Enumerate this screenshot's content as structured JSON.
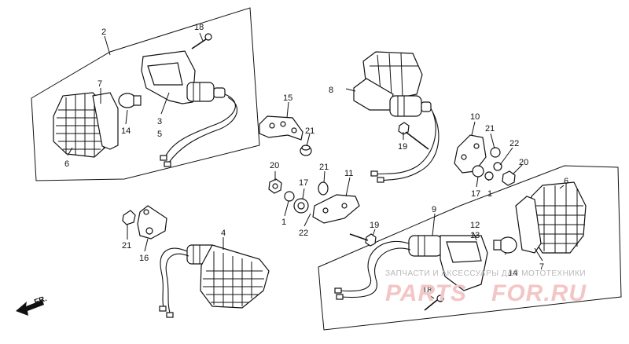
{
  "diagram": {
    "front_label": "FR.",
    "watermark": {
      "caption": "ЗАПЧАСТИ И АКСЕССУАРЫ ДЛЯ МОТОТЕХНИКИ",
      "logo_left": "PARTS",
      "logo_right": "FOR.RU"
    },
    "callouts": {
      "c2": "2",
      "c7a": "7",
      "c14a": "14",
      "c6a": "6",
      "c3": "3",
      "c5": "5",
      "c18a": "18",
      "c15": "15",
      "c21a": "21",
      "c8": "8",
      "c19a": "19",
      "c10": "10",
      "c21b": "21",
      "c22a": "22",
      "c20a": "20",
      "c17a": "17",
      "c1a": "1",
      "c6b": "6",
      "c20b": "20",
      "c17b": "17",
      "c21c": "21",
      "c11": "11",
      "c1b": "1",
      "c22b": "22",
      "c21d": "21",
      "c16": "16",
      "c4": "4",
      "c19b": "19",
      "c9": "9",
      "c12": "12",
      "c13": "13",
      "c7b": "7",
      "c14b": "14",
      "c18b": "18"
    }
  }
}
